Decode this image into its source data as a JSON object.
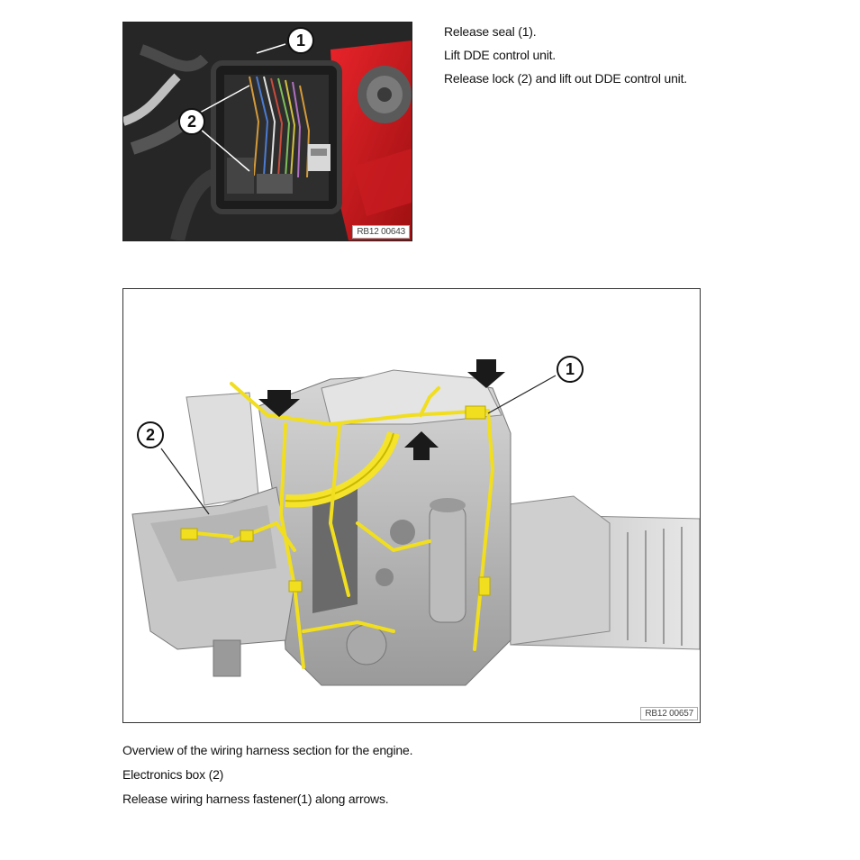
{
  "top_figure": {
    "figure_id": "RB12 00643",
    "callouts": [
      "1",
      "2"
    ]
  },
  "top_instructions": [
    "Release seal (1).",
    "Lift DDE control unit.",
    "Release lock (2) and lift out DDE control unit."
  ],
  "bottom_figure": {
    "figure_id": "RB12 00657",
    "callouts": [
      "1",
      "2"
    ]
  },
  "bottom_captions": [
    "Overview of the wiring harness section for the engine.",
    "Electronics box (2)",
    "Release wiring harness fastener(1) along arrows."
  ]
}
